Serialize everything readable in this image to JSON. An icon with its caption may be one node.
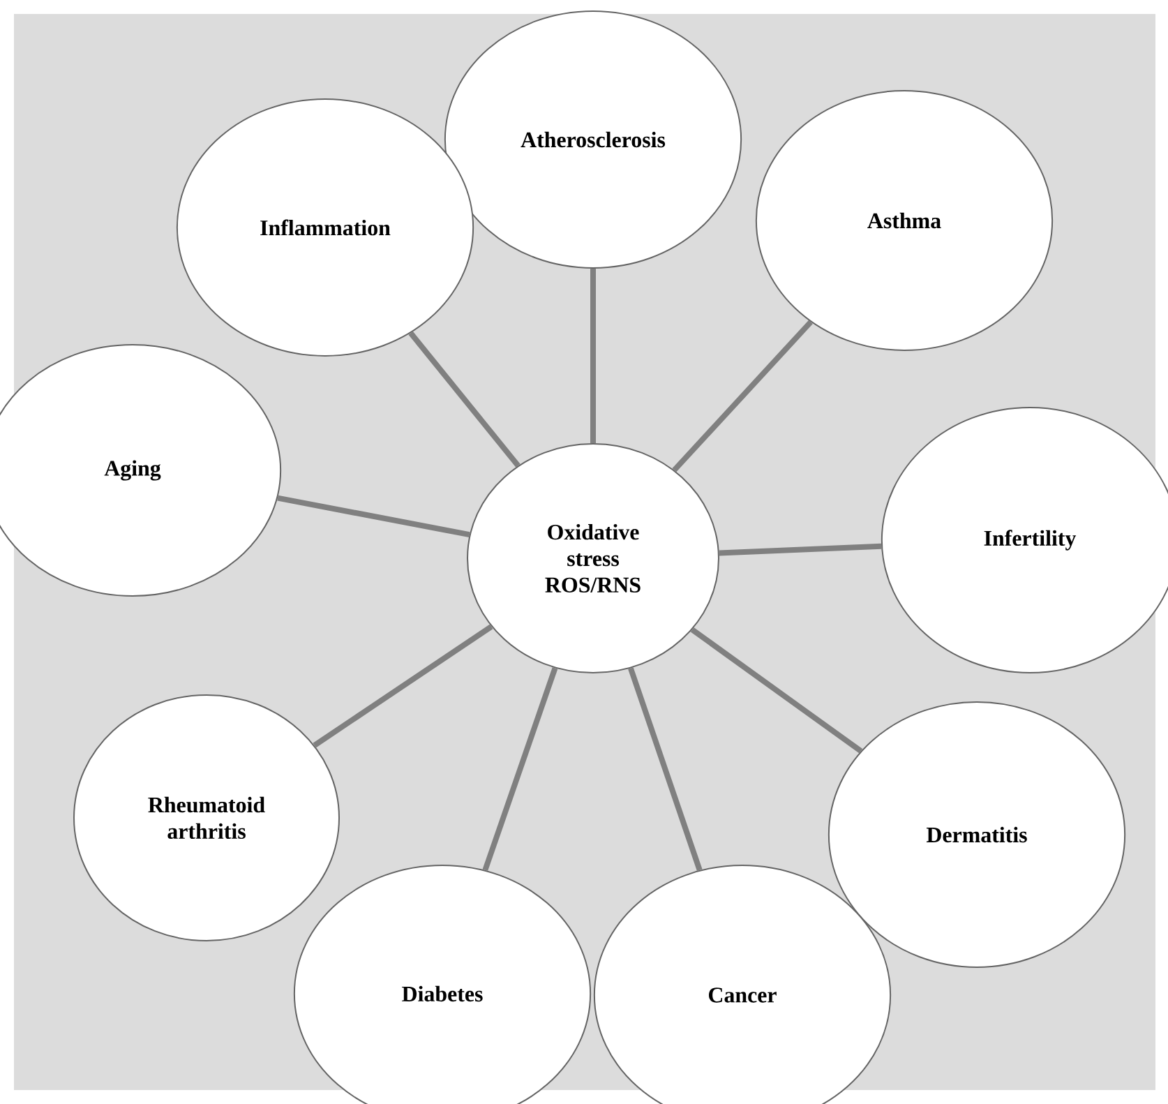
{
  "diagram": {
    "nodes": [
      {
        "text": [
          "Oxidative stress ROS/RNS"
        ]
      },
      {
        "text": [
          "Atherosclerosis"
        ]
      },
      {
        "text": [
          "Asthma"
        ]
      },
      {
        "text": [
          "Infertility"
        ]
      },
      {
        "text": [
          "Dermatitis"
        ]
      },
      {
        "text": [
          "Cancer"
        ]
      },
      {
        "text": [
          "Diabetes"
        ]
      },
      {
        "text": [
          "Rheumatoid arthritis"
        ]
      },
      {
        "text": [
          "Aging"
        ]
      },
      {
        "text": [
          "Inflammation"
        ]
      }
    ],
    "edges": [
      {
        "from": 0,
        "to": 1,
        "arrow": "none"
      },
      {
        "from": 0,
        "to": 2,
        "arrow": "none"
      },
      {
        "from": 0,
        "to": 3,
        "arrow": "none"
      },
      {
        "from": 0,
        "to": 4,
        "arrow": "none"
      },
      {
        "from": 0,
        "to": 5,
        "arrow": "none"
      },
      {
        "from": 0,
        "to": 6,
        "arrow": "none"
      },
      {
        "from": 0,
        "to": 7,
        "arrow": "none"
      },
      {
        "from": 0,
        "to": 8,
        "arrow": "none"
      },
      {
        "from": 0,
        "to": 9,
        "arrow": "none"
      }
    ]
  }
}
